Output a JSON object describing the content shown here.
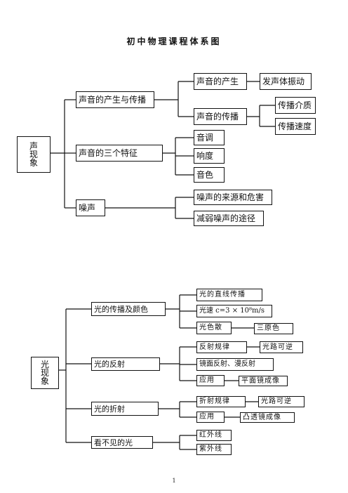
{
  "title": "初中物理课程体系图",
  "sound": {
    "root": [
      "声",
      "现",
      "象"
    ],
    "branches": [
      {
        "label": "声音的产生与传播",
        "children": [
          {
            "label": "声音的产生",
            "leaves": [
              "发声体振动"
            ]
          },
          {
            "label": "声音的传播",
            "leaves": [
              "传播介质",
              "传播速度"
            ]
          }
        ]
      },
      {
        "label": "声音的三个特征",
        "children": [
          {
            "label": "音调"
          },
          {
            "label": "响度"
          },
          {
            "label": "音色"
          }
        ]
      },
      {
        "label": "噪声",
        "children": [
          {
            "label": "噪声的来源和危害"
          },
          {
            "label": "减弱噪声的途径"
          }
        ]
      }
    ]
  },
  "light": {
    "root": [
      "光",
      "现",
      "象"
    ],
    "branches": [
      {
        "label": "光的传播及颜色",
        "children": [
          {
            "label": "光的直线传播"
          },
          {
            "label": "光速 c=3 × 10⁸m/s"
          },
          {
            "label": "光色散",
            "leaves": [
              "三原色"
            ]
          }
        ]
      },
      {
        "label": "光的反射",
        "children": [
          {
            "label": "反射规律",
            "leaves": [
              "光路可逆"
            ]
          },
          {
            "label": "镜面反射、漫反射"
          },
          {
            "label": "应用",
            "leaves": [
              "平面镜成像"
            ]
          }
        ]
      },
      {
        "label": "光的折射",
        "children": [
          {
            "label": "折射规律",
            "leaves": [
              "光路可逆"
            ]
          },
          {
            "label": "应用",
            "leaves": [
              "凸透镜成像"
            ]
          }
        ]
      },
      {
        "label": "看不见的光",
        "children": [
          {
            "label": "红外线"
          },
          {
            "label": "紫外线"
          }
        ]
      }
    ]
  },
  "page_number": "1"
}
